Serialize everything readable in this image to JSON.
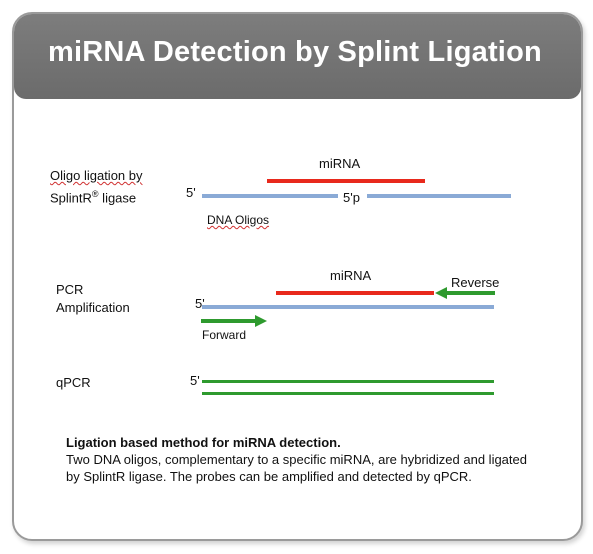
{
  "header": {
    "title": "miRNA Detection by Splint Ligation"
  },
  "row1": {
    "label_line1": "Oligo ligation by",
    "label_line2_prefix": "SplintR",
    "label_line2_sup": "®",
    "label_line2_suffix": " ligase",
    "mirna_label": "miRNA",
    "five_prime": "5'",
    "five_prime_p": "5'p",
    "dna_oligos": "DNA Oligos"
  },
  "row2": {
    "label_line1": "PCR",
    "label_line2": "Amplification",
    "mirna_label": "miRNA",
    "reverse_label": "Reverse",
    "five_prime": "5'",
    "forward_label": "Forward"
  },
  "row3": {
    "label": "qPCR",
    "five_prime": "5'"
  },
  "description": {
    "title": "Ligation based method for miRNA detection.",
    "body": "Two DNA oligos, complementary to a specific miRNA, are hybridized and ligated by SplintR ligase.  The probes can be amplified and detected by qPCR."
  },
  "colors": {
    "header": "#777777",
    "mirna": "#e8291c",
    "dna": "#8aaad6",
    "primer": "#2e9a2e"
  }
}
